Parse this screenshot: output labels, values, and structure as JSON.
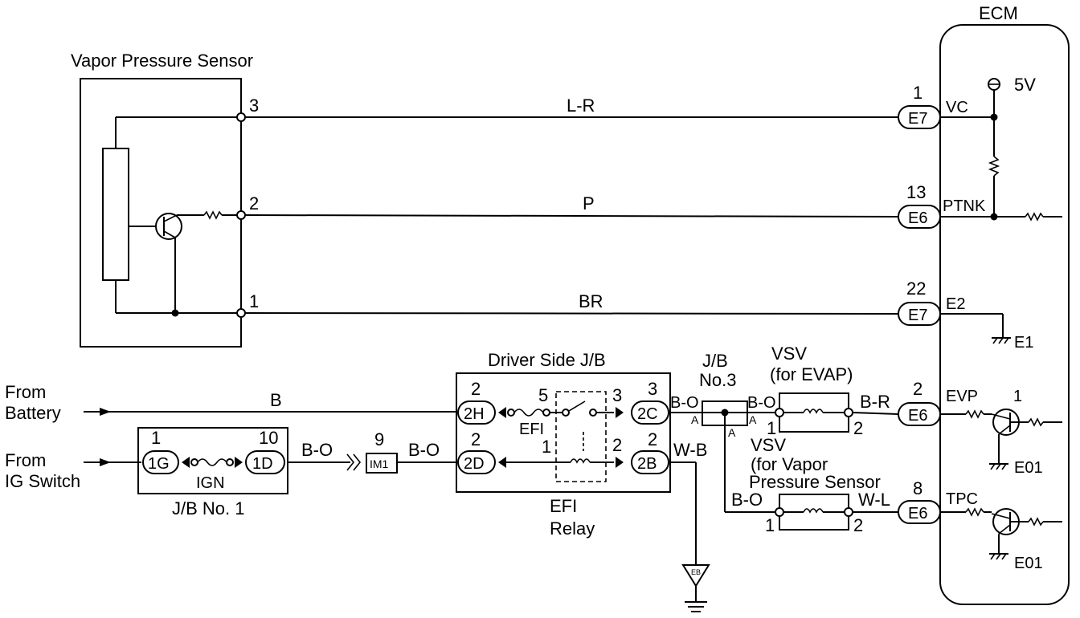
{
  "ecm": {
    "title": "ECM",
    "supply": "5V",
    "pins": {
      "vc": {
        "num": "1",
        "conn": "E7",
        "name": "VC"
      },
      "ptnk": {
        "num": "13",
        "conn": "E6",
        "name": "PTNK"
      },
      "e2": {
        "num": "22",
        "conn": "E7",
        "name": "E2"
      },
      "evp": {
        "num": "2",
        "conn": "E6",
        "name": "EVP"
      },
      "tpc": {
        "num": "8",
        "conn": "E6",
        "name": "TPC"
      }
    },
    "ground_e1": "E1",
    "ground_e01_a": "E01",
    "ground_e01_b": "E01",
    "evp_transistor_num": "1"
  },
  "sensor": {
    "title": "Vapor Pressure Sensor",
    "pin3": "3",
    "pin2": "2",
    "pin1": "1"
  },
  "wires": {
    "lr": "L-R",
    "p": "P",
    "br": "BR",
    "b": "B",
    "bo1": "B-O",
    "bo2": "B-O",
    "wb": "W-B",
    "bo3": "B-O",
    "bo4": "B-O",
    "br2": "B-R",
    "bo5": "B-O",
    "wl": "W-L"
  },
  "sources": {
    "battery_1": "From",
    "battery_2": "Battery",
    "ig_1": "From",
    "ig_2": "IG Switch"
  },
  "jb1": {
    "title": "J/B No. 1",
    "fuse": "IGN",
    "left_num": "1",
    "left_conn": "1G",
    "right_num": "10",
    "right_conn": "1D"
  },
  "im1": {
    "num": "9",
    "conn": "IM1"
  },
  "driver_jb": {
    "title": "Driver Side J/B",
    "h_num": "2",
    "h_conn": "2H",
    "d_num": "2",
    "d_conn": "2D",
    "c_num": "3",
    "c_conn": "2C",
    "b_num": "2",
    "b_conn": "2B",
    "relay_pin5": "5",
    "relay_pin3": "3",
    "relay_pin1": "1",
    "relay_pin2": "2",
    "fuse": "EFI"
  },
  "efi_relay": {
    "line1": "EFI",
    "line2": "Relay"
  },
  "ground_eb": "EB",
  "jb3": {
    "line1": "J/B",
    "line2": "No.3",
    "a_left": "A",
    "a_right": "A",
    "a_bottom": "A"
  },
  "vsv_evap": {
    "line1": "VSV",
    "line2": "(for EVAP)",
    "pin1": "1",
    "pin2": "2"
  },
  "vsv_vapor": {
    "line1": "VSV",
    "line2": "(for Vapor",
    "line3": "Pressure Sensor",
    "pin1": "1",
    "pin2": "2"
  }
}
